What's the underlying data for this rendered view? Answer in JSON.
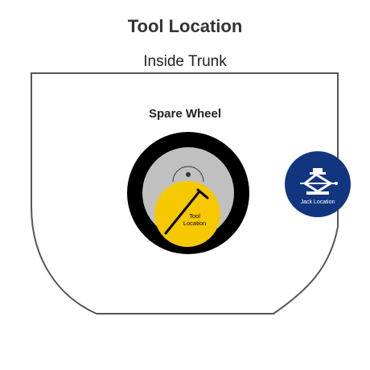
{
  "header": {
    "title": "Tool Location",
    "subtitle": "Inside Trunk"
  },
  "diagram": {
    "spare_wheel_label": "Spare Wheel",
    "tool_marker": {
      "label_line1": "Tool",
      "label_line2": "Location",
      "icon": "lug-wrench-icon"
    },
    "jack_marker": {
      "label": "Jack Location",
      "icon": "scissor-jack-icon"
    }
  },
  "colors": {
    "trunk_outline": "#555555",
    "tire": "#000000",
    "rim": "#c0c0c0",
    "tool_marker": "#f5c800",
    "jack_marker": "#123580",
    "title_text": "#333333"
  }
}
